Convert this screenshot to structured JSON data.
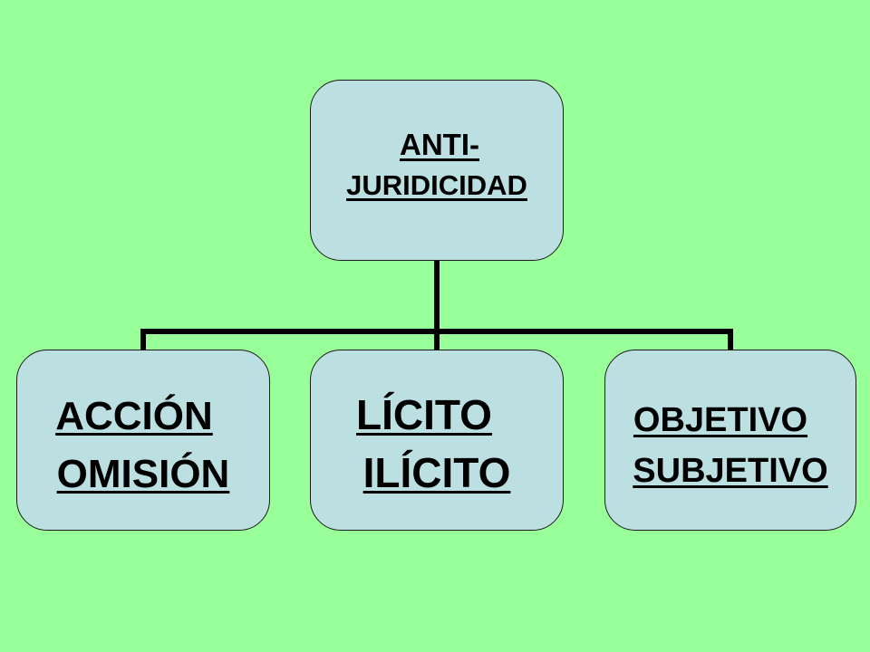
{
  "background_color": "#99FF99",
  "node_fill": "#BCE0E2",
  "line_color": "#000000",
  "root": {
    "lines": [
      "ANTI-",
      "JURIDICIDAD"
    ]
  },
  "children": [
    {
      "lines": [
        "ACCIÓN ",
        "OMISIÓN "
      ]
    },
    {
      "lines": [
        "LÍCITO ",
        "ILÍCITO"
      ]
    },
    {
      "lines": [
        "OBJETIVO ",
        "SUBJETIVO"
      ]
    }
  ]
}
